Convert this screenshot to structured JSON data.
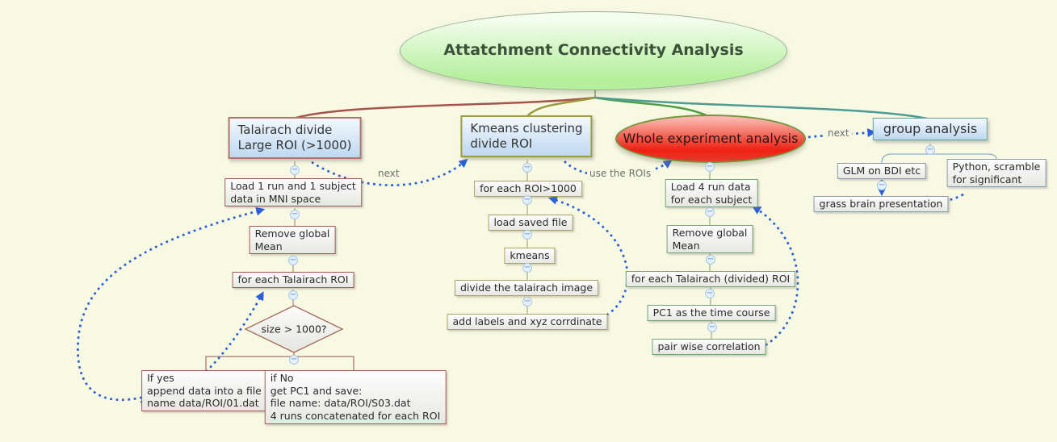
{
  "root": {
    "label": "Attatchment Connectivity Analysis"
  },
  "talairach": {
    "title": "Talairach divide\nLarge ROI (>1000)",
    "steps": [
      "Load 1 run and 1 subject\ndata in MNI space",
      "Remove global\nMean",
      "for each Talairach ROI"
    ],
    "decision": "size > 1000?",
    "yes_branch": "If yes\nappend data into a file\nname data/ROI/01.dat",
    "no_branch": "if No\nget PC1 and save:\nfile name: data/ROI/S03.dat\n4 runs concatenated for each ROI"
  },
  "kmeans": {
    "title": "Kmeans clustering\ndivide ROI",
    "steps": [
      "for each ROI>1000",
      "load saved file",
      "kmeans",
      "divide the talairach image",
      "add labels and xyz corrdinate"
    ]
  },
  "whole": {
    "title": "Whole experiment analysis",
    "steps": [
      "Load 4 run data\nfor each subject",
      "Remove global\nMean",
      "for each Talairach (divided) ROI",
      "PC1 as the time course",
      "pair wise correlation"
    ]
  },
  "group": {
    "title": "group analysis",
    "glm": "GLM on BDI etc",
    "python": "Python, scramble\nfor significant",
    "grass": "grass brain presentation"
  },
  "arrows": {
    "next_left": "next",
    "use_rois": "use the ROIs",
    "next_right": "next"
  },
  "icons": {
    "fold": "−"
  },
  "colors": {
    "background": "#f8f9e3",
    "root_green": "#b5ef9d",
    "node_blue": "#bed8f1",
    "whole_red": "#ee2113",
    "arrow_blue": "#2b5ed8",
    "branch_talairach": "#a8524c",
    "branch_kmeans": "#9a9a3f",
    "branch_whole": "#4e9e44",
    "branch_group": "#4c9c94"
  }
}
